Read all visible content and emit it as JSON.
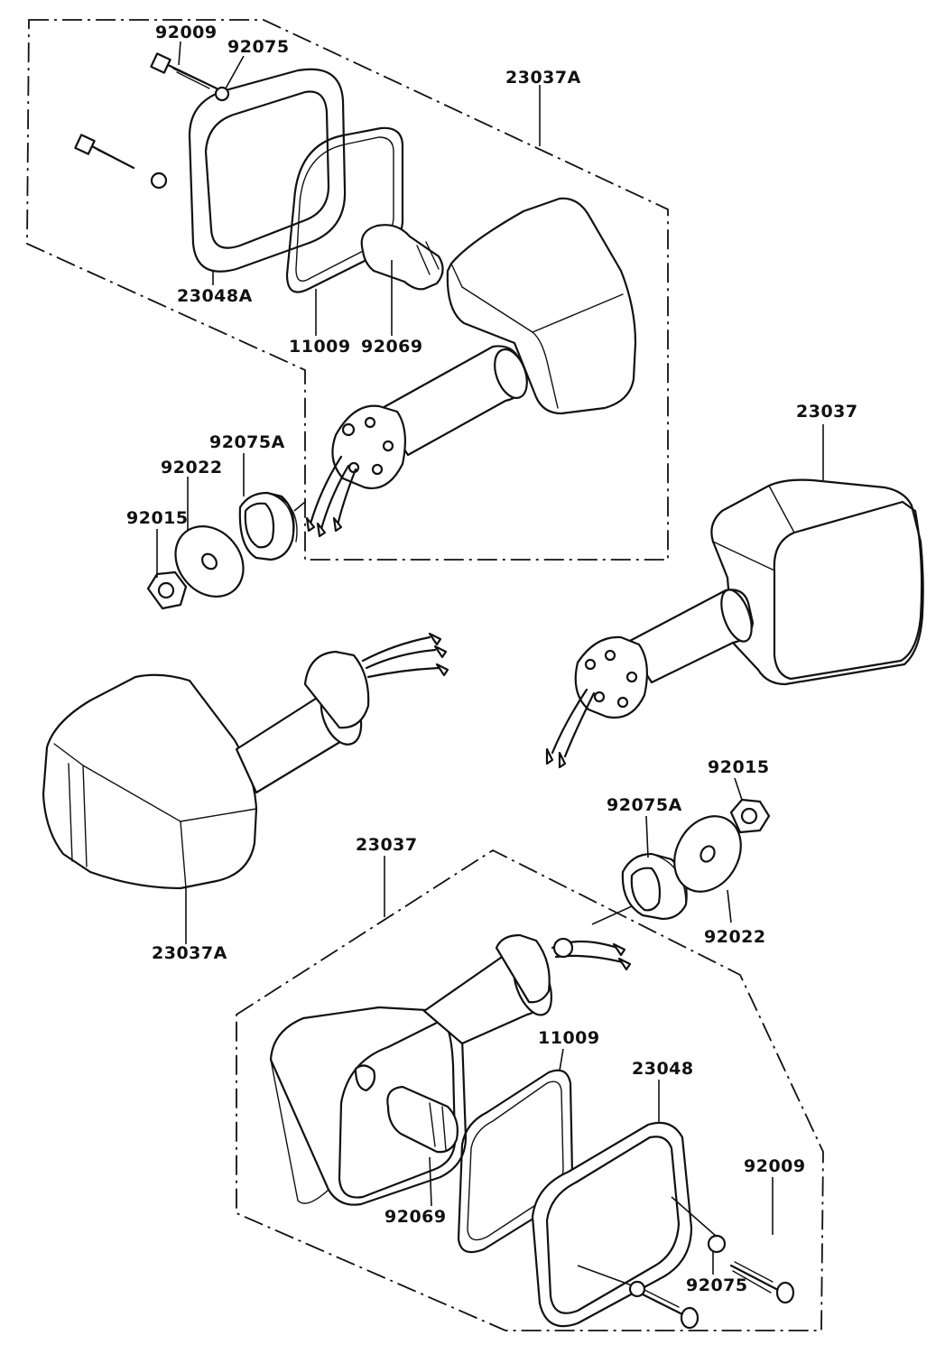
{
  "labels": {
    "a_92009": "92009",
    "a_92075": "92075",
    "a_23037A_top": "23037A",
    "a_23048A": "23048A",
    "a_11009": "11009",
    "a_92069": "92069",
    "a_92075A": "92075A",
    "a_92022": "92022",
    "a_92015": "92015",
    "a_23037_right": "23037",
    "a_23037A_bottom": "23037A",
    "b_92015": "92015",
    "b_92075A": "92075A",
    "b_92022": "92022",
    "b_23037": "23037",
    "b_11009": "11009",
    "b_23048": "23048",
    "b_92009": "92009",
    "b_92069": "92069",
    "b_92075": "92075"
  }
}
